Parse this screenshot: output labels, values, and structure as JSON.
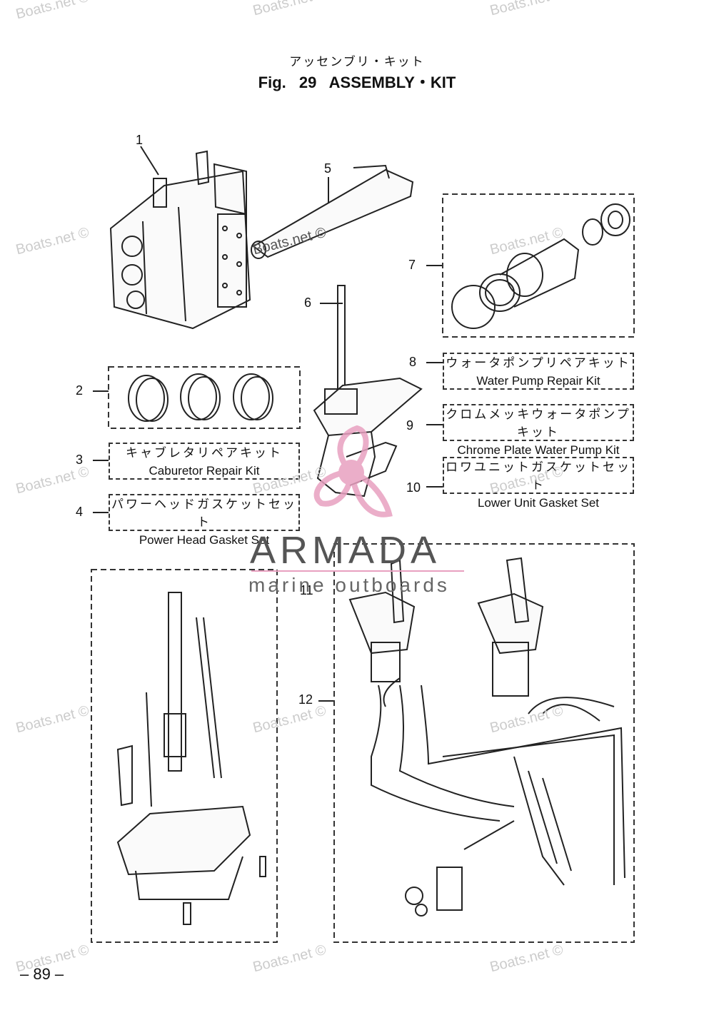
{
  "title_jp": "アッセンブリ・キット",
  "title": "Fig. 29  ASSEMBLY・KIT",
  "callouts": [
    "1",
    "2",
    "3",
    "4",
    "5",
    "6",
    "7",
    "8",
    "9",
    "10",
    "11",
    "12"
  ],
  "kits": {
    "k3": {
      "jp": "キャブレタリペアキット",
      "en": "Caburetor Repair Kit"
    },
    "k4": {
      "jp": "パワーヘッドガスケットセット",
      "en": "Power Head Gasket Set"
    },
    "k8": {
      "jp": "ウォータポンプリペアキット",
      "en": "Water Pump Repair Kit"
    },
    "k9": {
      "jp": "クロムメッキウォータポンプキット",
      "en": "Chrome Plate Water Pump Kit"
    },
    "k10": {
      "jp": "ロワユニットガスケットセット",
      "en": "Lower Unit Gasket Set"
    }
  },
  "watermark": "Boats.net ©",
  "logo": {
    "name": "ARMADA",
    "tagline": "marine outboards",
    "color": "#e8a0c0"
  },
  "page_number": "– 89 –"
}
